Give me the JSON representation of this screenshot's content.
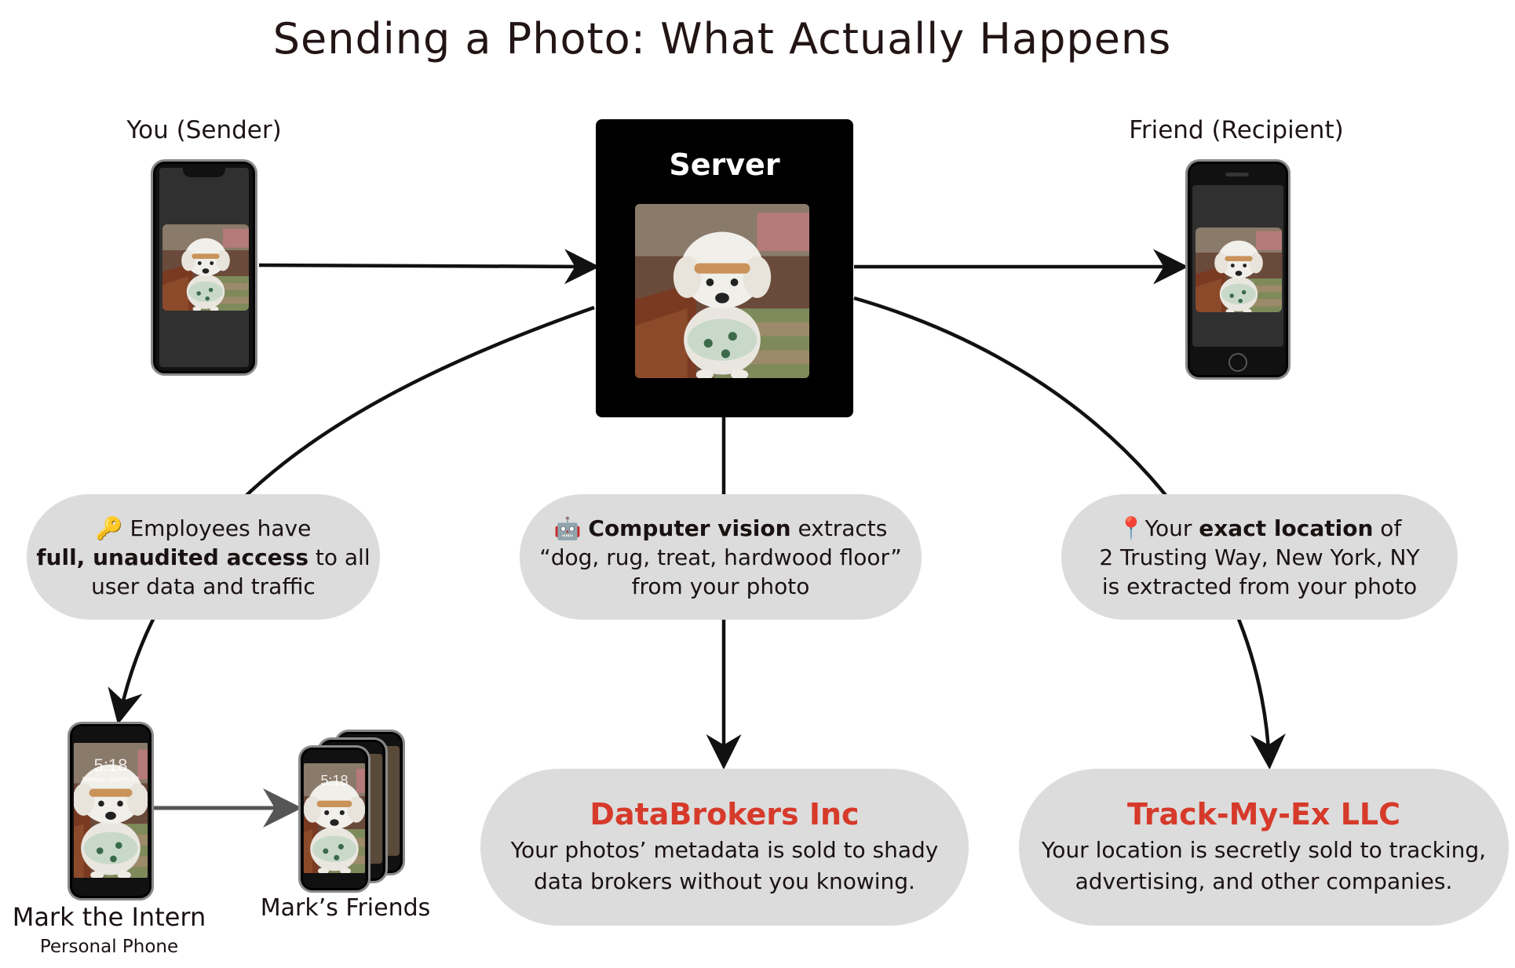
{
  "title": "Sending a Photo: What Actually Happens",
  "sender": {
    "label": "You (Sender)"
  },
  "recipient": {
    "label": "Friend (Recipient)"
  },
  "server": {
    "label": "Server"
  },
  "employees": {
    "icon": "key-icon",
    "line1_pre": "Employees have",
    "line2_bold": "full, unaudited access",
    "line2_rest": " to all",
    "line3": "user data and traffic"
  },
  "vision": {
    "icon": "robot-icon",
    "line1_bold": "Computer vision",
    "line1_rest": " extracts",
    "line2": "“dog, rug, treat, hardwood floor”",
    "line3": "from your photo"
  },
  "location": {
    "icon": "pin-icon",
    "line1_pre": "Your ",
    "line1_bold": "exact location",
    "line1_post": " of",
    "line2": "2 Trusting Way, New York, NY",
    "line3": "is extracted from your photo"
  },
  "databrokers": {
    "name": "DataBrokers Inc",
    "line1": "Your photos’ metadata is sold to shady",
    "line2": "data brokers without you knowing."
  },
  "tracker": {
    "name": "Track-My-Ex LLC",
    "line1": "Your location is secretly sold to tracking,",
    "line2": "advertising, and other companies."
  },
  "intern": {
    "label": "Mark the Intern",
    "sublabel": "Personal Phone",
    "time": "5:18",
    "date": "Monday, January 22"
  },
  "friends": {
    "label": "Mark’s Friends",
    "time": "5:18"
  },
  "colors": {
    "accent_red": "#d63a2a",
    "pill_gray": "#dcdcdc",
    "server_black": "#000000"
  }
}
